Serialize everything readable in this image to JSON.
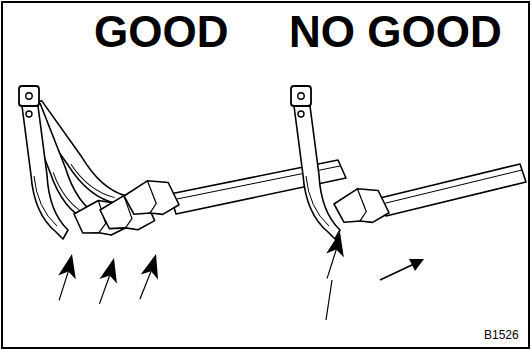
{
  "diagram": {
    "labels": [
      "GOOD",
      "NO GOOD",
      "B1526"
    ]
  }
}
